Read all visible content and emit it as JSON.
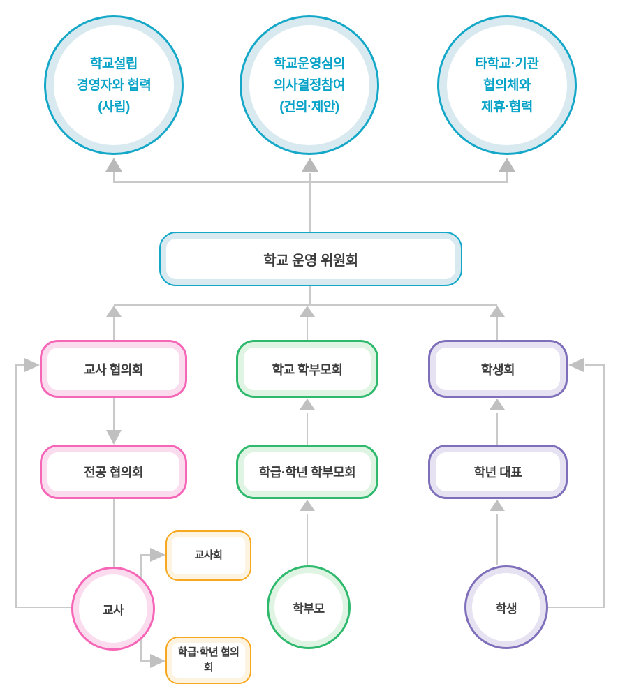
{
  "diagram": {
    "external_circles": [
      {
        "lines": [
          "학교설립",
          "경영자와 협력",
          "(사립)"
        ]
      },
      {
        "lines": [
          "학교운영심의",
          "의사결정참여",
          "(건의·제안)"
        ]
      },
      {
        "lines": [
          "타학교·기관",
          "협의체와",
          "제휴·협력"
        ]
      }
    ],
    "committee_label": "학교 운영 위원회",
    "teacher_column": {
      "council": "교사 협의회",
      "major_council": "전공 협의회",
      "person": "교사",
      "teacher_meeting": "교사회",
      "class_grade_council": "학급·학년 협의회"
    },
    "parent_column": {
      "council": "학교 학부모회",
      "class_grade_council": "학급·학년 학부모회",
      "person": "학부모"
    },
    "student_column": {
      "council": "학생회",
      "grade_rep": "학년 대표",
      "person": "학생"
    },
    "colors": {
      "teal": "#14a7c8",
      "teal_light": "#d9e9f0",
      "teal_text": "#0aa3c8",
      "pink": "#f666b7",
      "pink_light": "#fbdcee",
      "green": "#2eb96d",
      "green_light": "#e0f4e4",
      "purple": "#7f6fba",
      "purple_light": "#e7e2f2",
      "orange": "#f7a81f",
      "orange_light": "#fdf3e1",
      "connector_line": "#c9c9c9",
      "arrowhead": "#c0c0c0",
      "label_text": "#3d3d3d"
    }
  }
}
